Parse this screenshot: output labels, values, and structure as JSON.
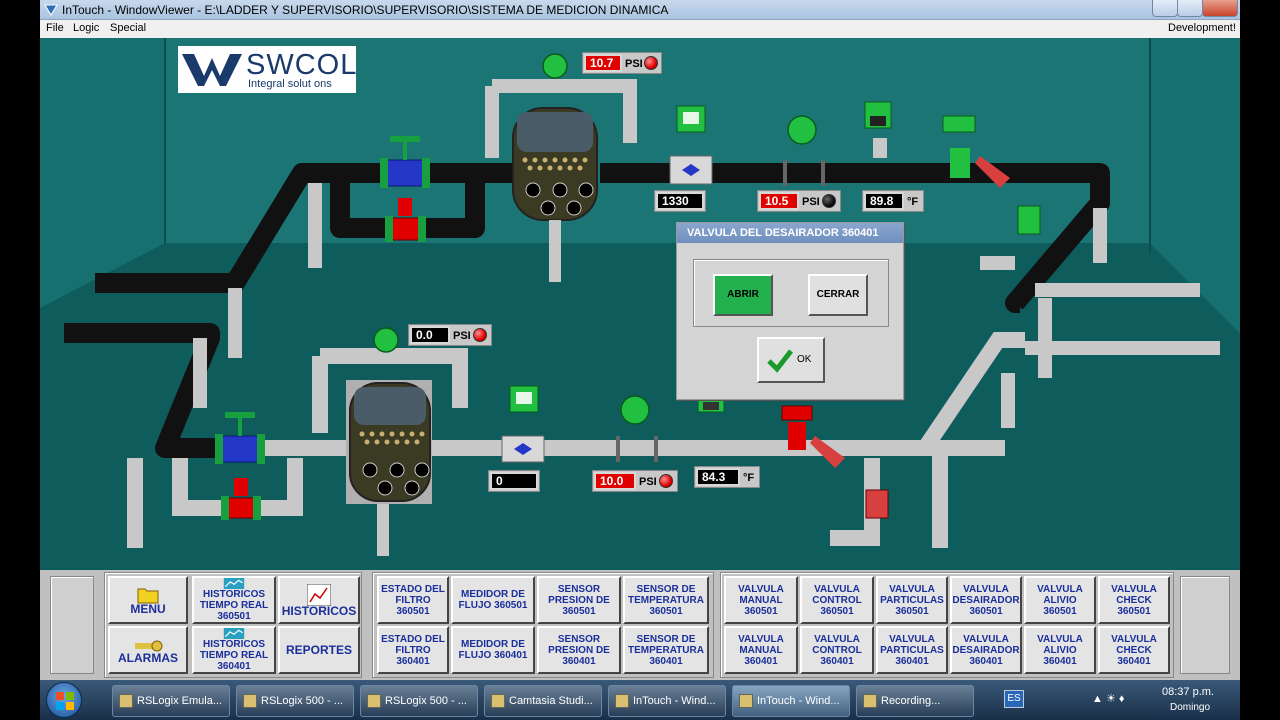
{
  "window": {
    "title": "InTouch - WindowViewer - E:\\LADDER Y SUPERVISORIO\\SUPERVISORIO\\SISTEMA DE MEDICION DINAMICA",
    "icon": "intouch-icon"
  },
  "menu": {
    "items": [
      "File",
      "Logic",
      "Special"
    ],
    "right": "Development!"
  },
  "logo": {
    "name": "SWCOL",
    "tagline": "Integral solut ons"
  },
  "readouts": {
    "psi_top": "10.7",
    "psi_top_unit": "PSI",
    "flow_top": "1330",
    "psi_mid": "10.5",
    "psi_mid_unit": "PSI",
    "temp_top": "89.8",
    "temp_top_unit": "°F",
    "psi_bottom_filter": "0.0",
    "psi_bottom_filter_unit": "PSI",
    "flow_bottom": "0",
    "psi_bottom": "10.0",
    "psi_bottom_unit": "PSI",
    "temp_bottom": "84.3",
    "temp_bottom_unit": "°F"
  },
  "dialog": {
    "title": "VALVULA DEL DESAIRADOR 360401",
    "open_label": "ABRIR",
    "close_label": "CERRAR",
    "ok_label": "OK"
  },
  "panel": {
    "menu_label": "MENU",
    "alarmas_label": "ALARMAS",
    "hist_rt_1": "HISTORICOS TIEMPO REAL 360501",
    "hist_rt_2": "HISTORICOS TIEMPO REAL 360401",
    "historicos_label": "HISTORICOS",
    "reportes_label": "REPORTES",
    "sensors": [
      "ESTADO DEL FILTRO 360501",
      "MEDIDOR DE FLUJO 360501",
      "SENSOR PRESION DE 360501",
      "SENSOR DE TEMPERATURA 360501",
      "ESTADO DEL FILTRO 360401",
      "MEDIDOR DE FLUJO 360401",
      "SENSOR PRESION DE 360401",
      "SENSOR DE TEMPERATURA 360401"
    ],
    "valves": [
      "VALVULA MANUAL 360501",
      "VALVULA CONTROL 360501",
      "VALVULA PARTICULAS 360501",
      "VALVULA DESAIRADOR 360501",
      "VALVULA ALIVIO 360501",
      "VALVULA CHECK 360501",
      "VALVULA MANUAL 360401",
      "VALVULA CONTROL 360401",
      "VALVULA PARTICULAS 360401",
      "VALVULA DESAIRADOR 360401",
      "VALVULA ALIVIO 360401",
      "VALVULA CHECK 360401"
    ]
  },
  "taskbar": {
    "tasks": [
      "RSLogix Emula...",
      "RSLogix 500 - ...",
      "RSLogix 500 - ...",
      "Camtasia Studi...",
      "InTouch - Wind...",
      "InTouch - Wind...",
      "Recording..."
    ],
    "active_index": 5,
    "lang": "ES",
    "time": "08:37 p.m.",
    "day": "Domingo"
  },
  "colors": {
    "scene_bg": "#1c7575",
    "accent_green": "#22b14c",
    "alarm_red": "#e00000"
  }
}
